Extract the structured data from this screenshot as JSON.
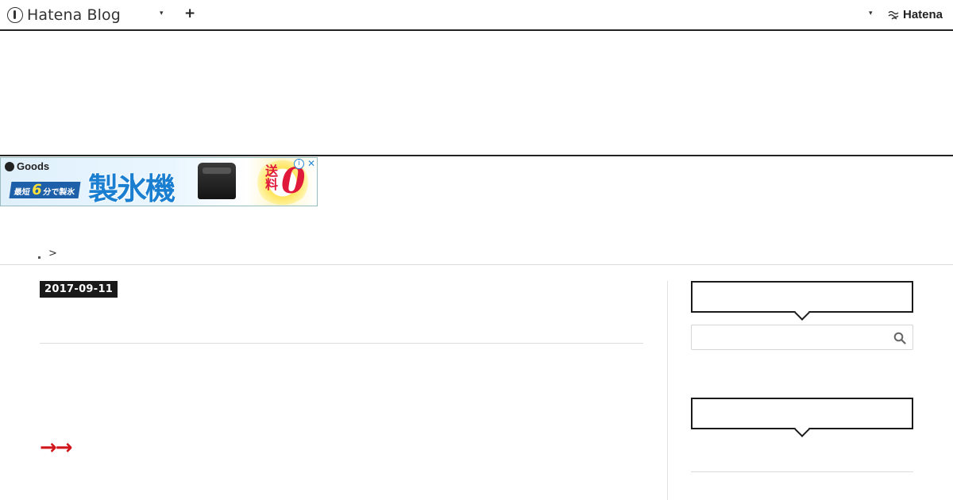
{
  "header": {
    "logo_text": "Hatena Blog",
    "menu_caret": "▾",
    "add_label": "+",
    "account_caret": "▾",
    "brand": "Hatena"
  },
  "ad": {
    "brand": "Goods",
    "subtitle_prefix": "最短",
    "subtitle_number": "6",
    "subtitle_suffix": "分で製氷",
    "title": "製氷機",
    "free_text": "送料",
    "free_zero": "0",
    "info_label": "i",
    "close_label": "✕"
  },
  "breadcrumb": {
    "separator": ">"
  },
  "entry": {
    "date": "2017-09-11",
    "arrows": "→→"
  },
  "sidebar": {
    "search_placeholder": ""
  },
  "colors": {
    "accent_red": "#d0151b",
    "dark": "#1a1a1a"
  }
}
